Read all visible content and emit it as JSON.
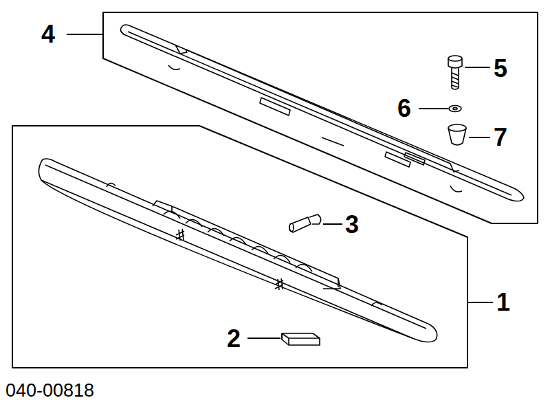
{
  "diagram": {
    "labels": [
      "4",
      "5",
      "6",
      "7",
      "3",
      "1",
      "2",
      "040-00818"
    ]
  }
}
